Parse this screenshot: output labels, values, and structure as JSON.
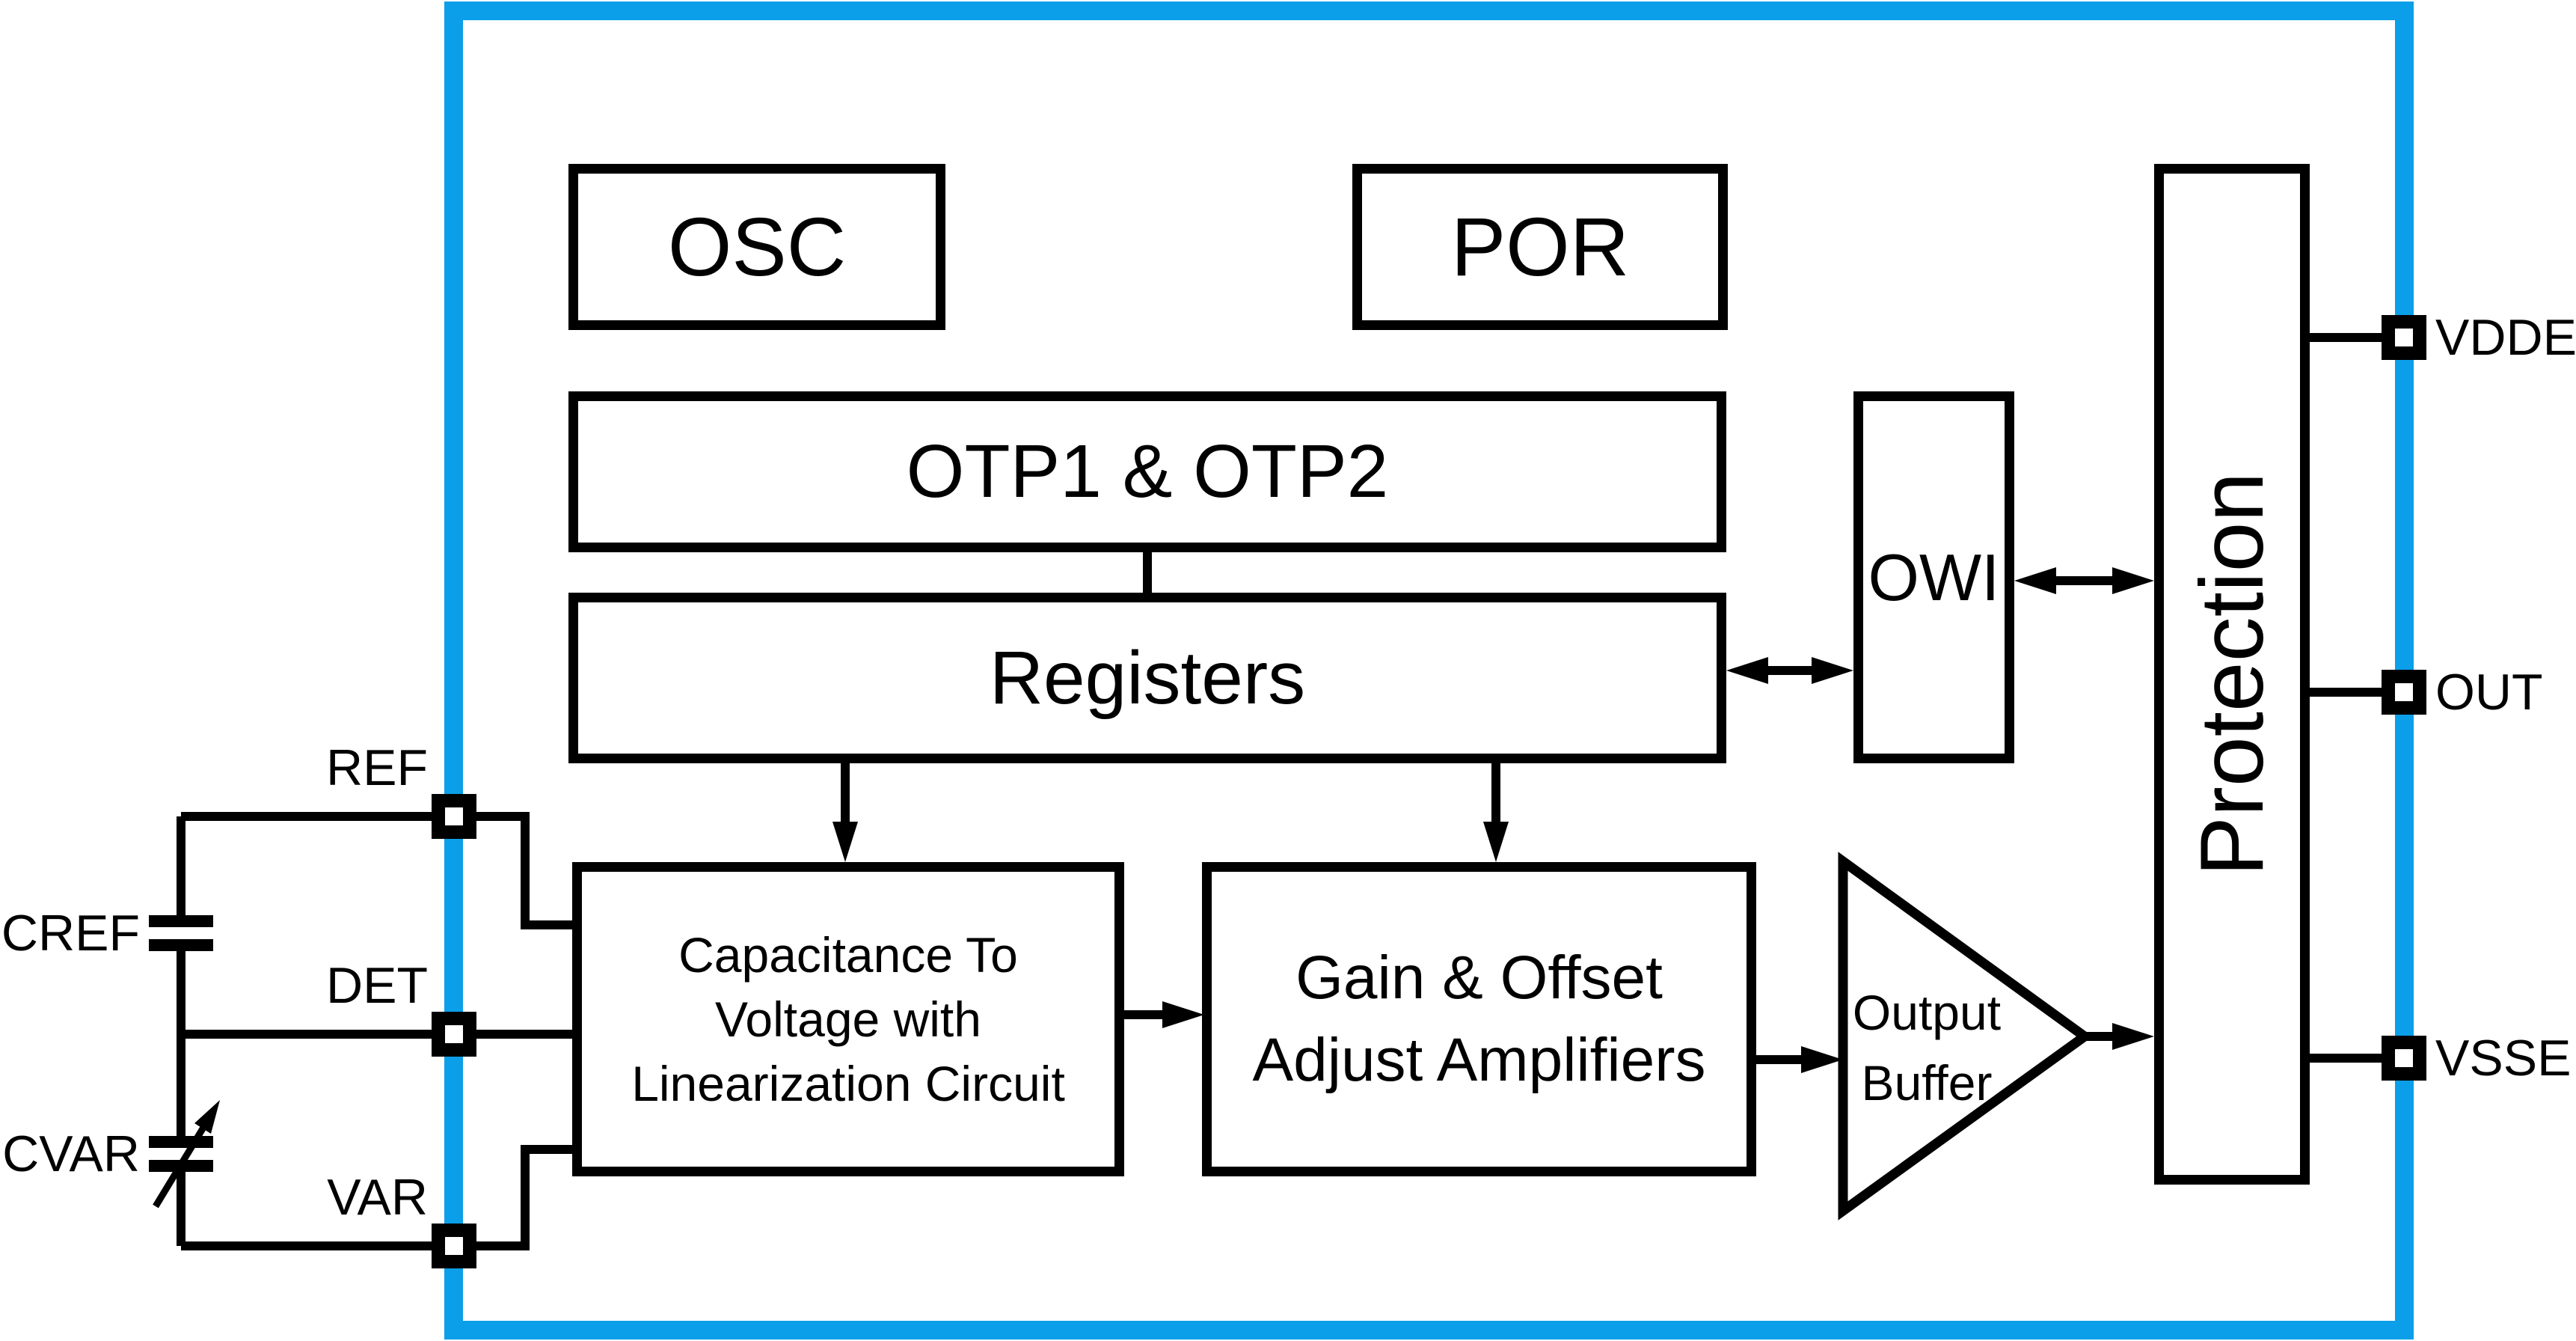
{
  "colors": {
    "chip_border_blue": "#0A9FE8",
    "line_black": "#000000",
    "background": "#FFFFFF"
  },
  "blocks": {
    "osc": "OSC",
    "por": "POR",
    "otp": "OTP1 & OTP2",
    "registers": "Registers",
    "owi": "OWI",
    "protection": "Protection",
    "cap_to_voltage": {
      "line1": "Capacitance To",
      "line2": "Voltage with",
      "line3": "Linearization Circuit"
    },
    "gain_offset": {
      "line1": "Gain & Offset",
      "line2": "Adjust Amplifiers"
    },
    "output_buffer": {
      "line1": "Output",
      "line2": "Buffer"
    }
  },
  "pins": {
    "left": [
      {
        "name": "REF"
      },
      {
        "name": "DET"
      },
      {
        "name": "VAR"
      }
    ],
    "right": [
      {
        "name": "VDDE"
      },
      {
        "name": "OUT"
      },
      {
        "name": "VSSE"
      }
    ]
  },
  "external_components": {
    "cref": "CREF",
    "cvar": "CVAR"
  }
}
